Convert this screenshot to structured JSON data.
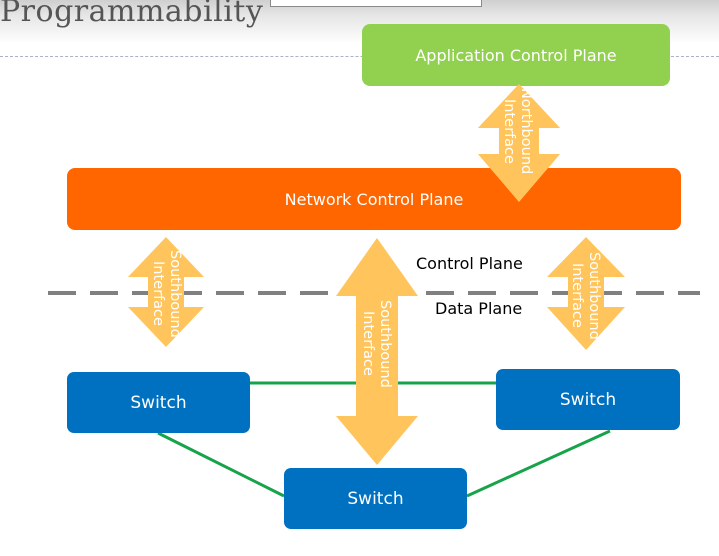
{
  "slide": {
    "title": "Programmability"
  },
  "planes": {
    "application": "Application Control Plane",
    "network": "Network Control Plane",
    "control_label": "Control Plane",
    "data_label": "Data Plane"
  },
  "interfaces": {
    "northbound_line1": "Northbound",
    "northbound_line2": "Interface",
    "southbound_line1": "Southbound",
    "southbound_line2": "Interface"
  },
  "switches": {
    "left": "Switch",
    "right": "Switch",
    "bottom": "Switch"
  },
  "colors": {
    "application_plane": "#92d050",
    "network_plane": "#ff6600",
    "switch": "#0070c0",
    "arrow": "#ffc55c",
    "link": "#16a34a",
    "boundary_line": "#808080"
  }
}
